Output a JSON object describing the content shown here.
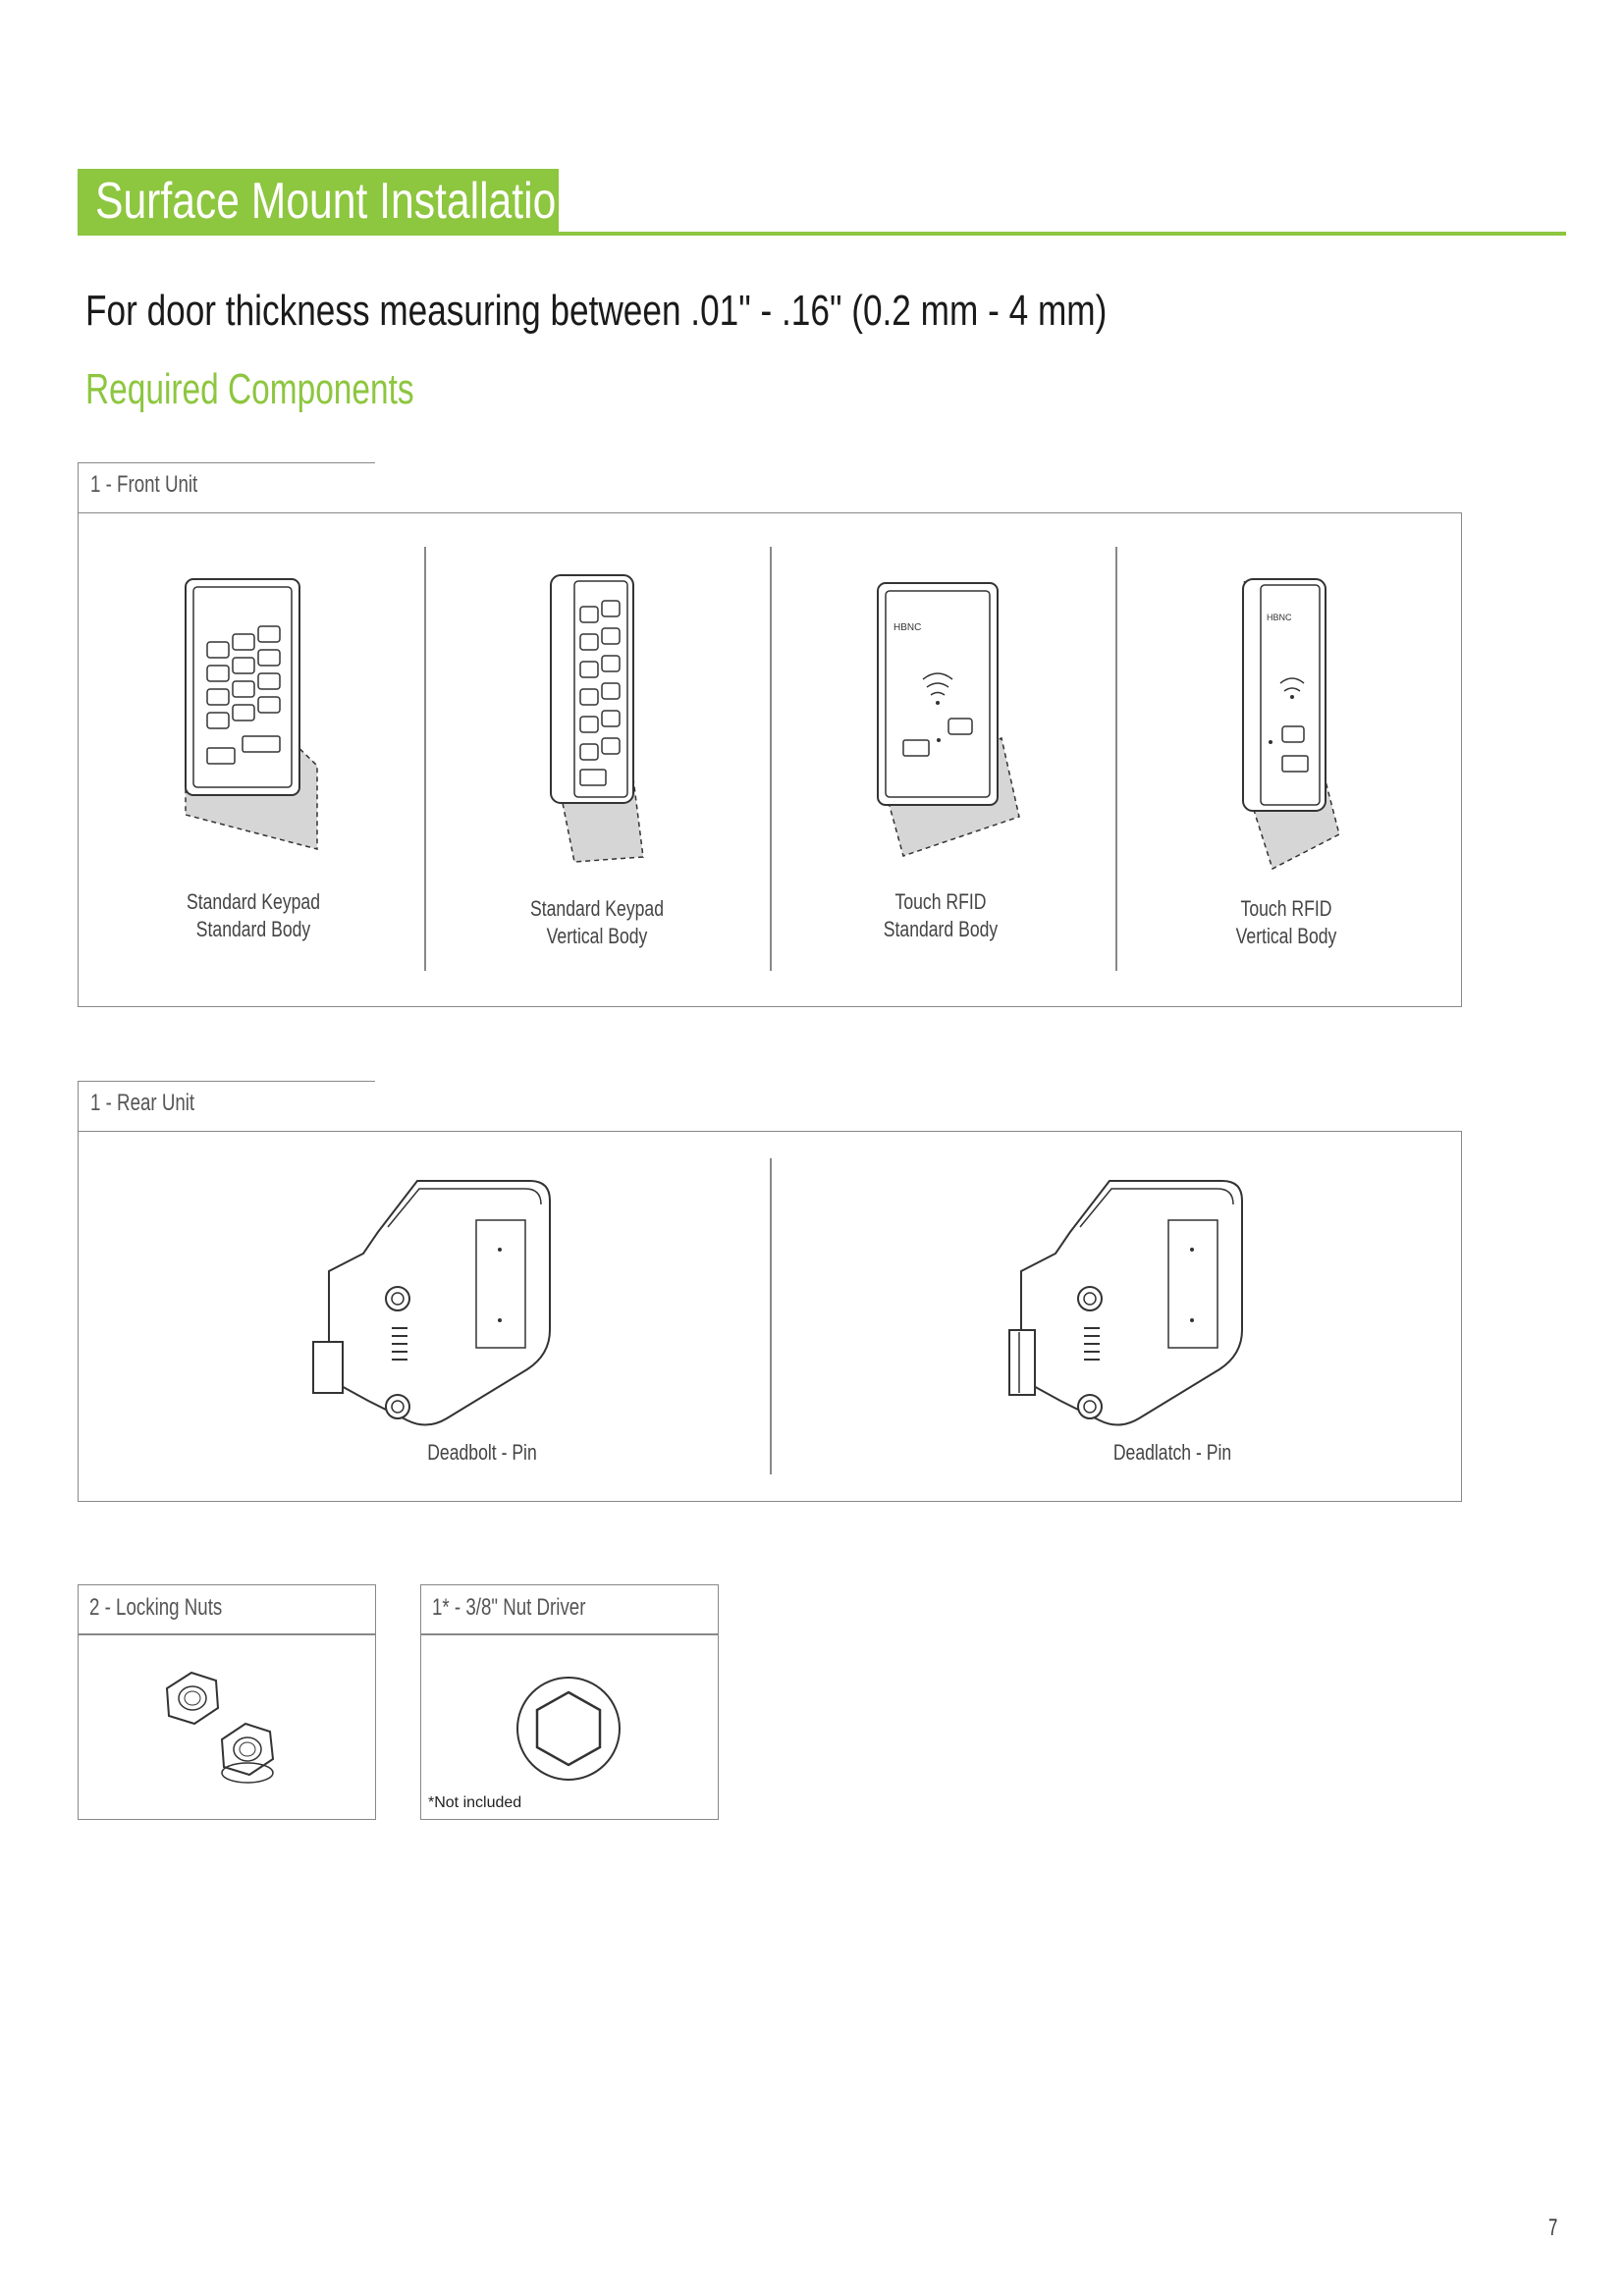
{
  "header": {
    "section_title": "Surface Mount Installation",
    "subtitle": "For door thickness measuring between .01\" - .16\" (0.2 mm - 4 mm)",
    "required_heading": "Required Components"
  },
  "front_unit": {
    "label": "1 - Front Unit",
    "items": [
      {
        "line1": "Standard Keypad",
        "line2": "Standard Body"
      },
      {
        "line1": "Standard Keypad",
        "line2": "Vertical Body"
      },
      {
        "line1": "Touch RFID",
        "line2": "Standard Body"
      },
      {
        "line1": "Touch RFID",
        "line2": "Vertical Body"
      }
    ]
  },
  "rear_unit": {
    "label": "1 - Rear Unit",
    "items": [
      {
        "label": "Deadbolt - Pin"
      },
      {
        "label": "Deadlatch - Pin"
      }
    ]
  },
  "locking_nuts": {
    "label": "2 - Locking Nuts"
  },
  "nut_driver": {
    "label": "1* - 3/8\" Nut Driver",
    "note": "*Not included"
  },
  "page_number": "7",
  "colors": {
    "accent": "#8dc63f"
  },
  "icons": [
    "keypad-lock-icon",
    "rfid-lock-icon",
    "rear-unit-icon",
    "locking-nut-icon",
    "hex-socket-icon"
  ]
}
